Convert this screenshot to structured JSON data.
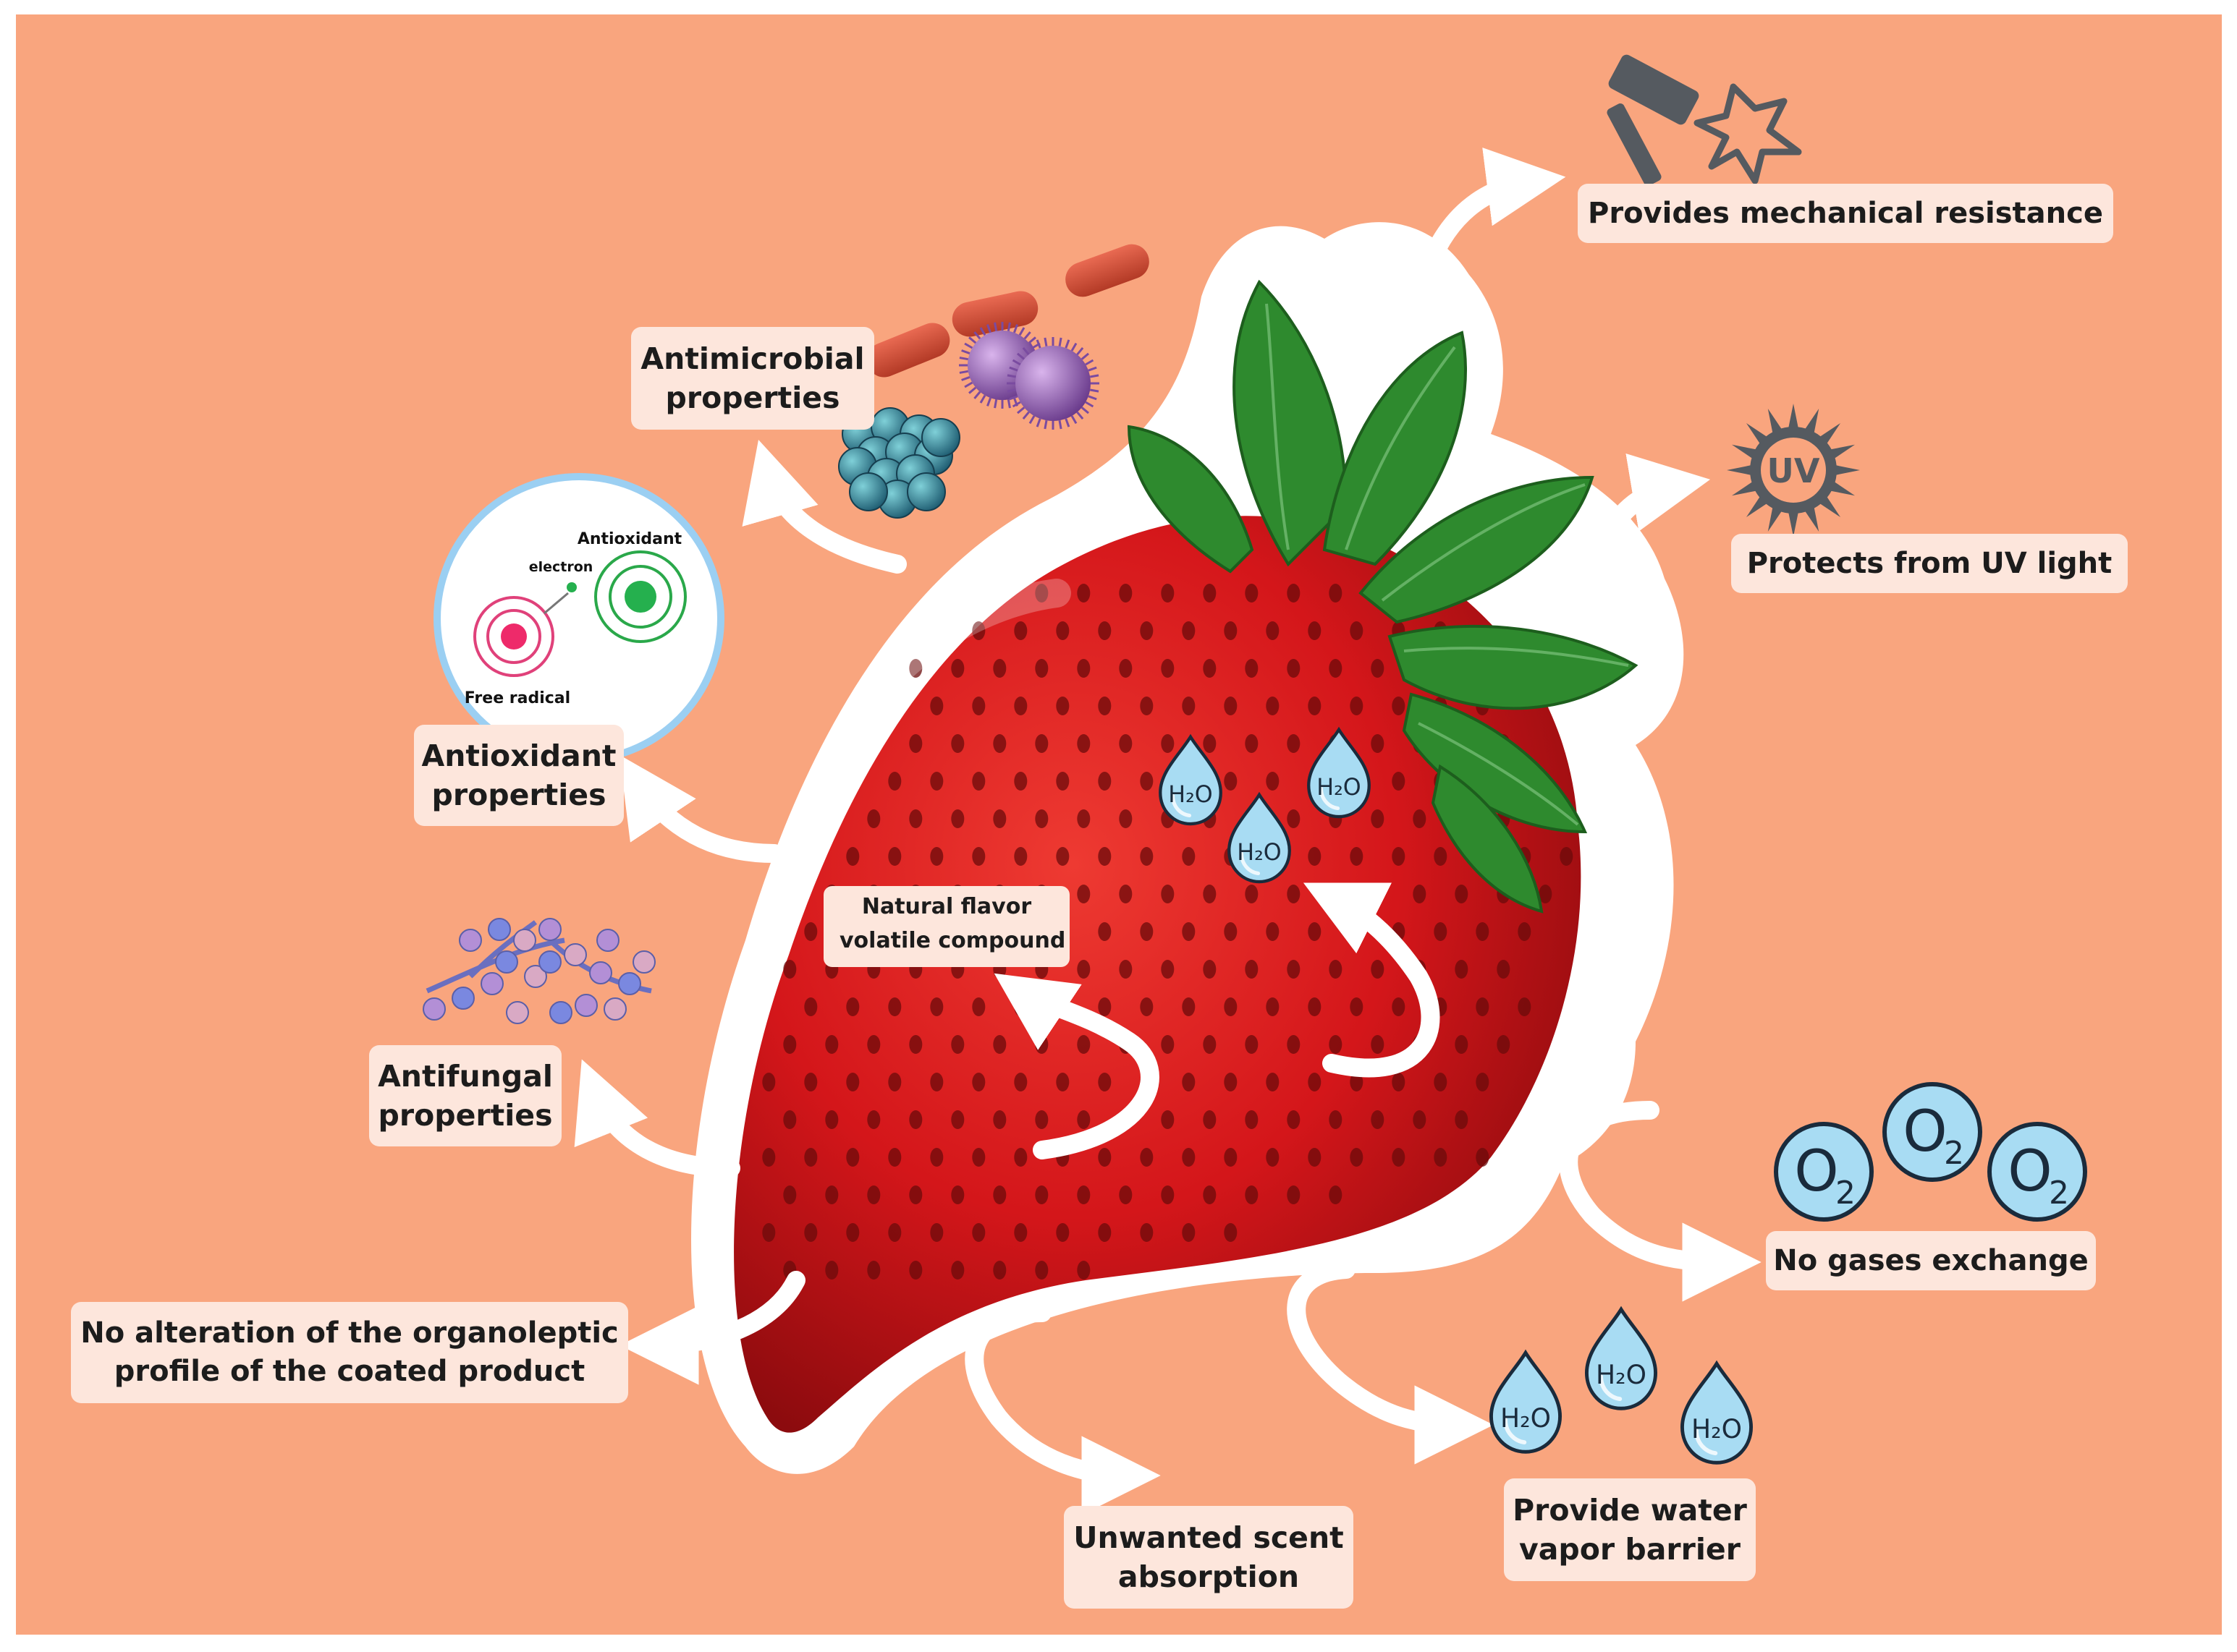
{
  "labels": {
    "mechanical": "Provides mechanical resistance",
    "antimicrobial": [
      "Antimicrobial",
      "properties"
    ],
    "uv": "Protects from UV light",
    "antioxidant": [
      "Antioxidant",
      "properties"
    ],
    "antifungal": [
      "Antifungal",
      "properties"
    ],
    "flavor": [
      "Natural flavor",
      "volatile compound"
    ],
    "organoleptic": [
      "No alteration of the organoleptic",
      "profile of the coated product"
    ],
    "scent": [
      "Unwanted scent",
      "absorption"
    ],
    "water_vapor": [
      "Provide water",
      "vapor barrier"
    ],
    "gases": "No gases exchange"
  },
  "inset": {
    "antioxidant": "Antioxidant",
    "electron": "electron",
    "free_radical": "Free radical",
    "uv_badge": "UV"
  },
  "chem": {
    "water": "H₂O",
    "oxygen_letter": "O",
    "oxygen_sub": "2"
  },
  "colors": {
    "background": "#f9a57e",
    "label_bg": "#fde6dc",
    "strawberry": "#d4161a",
    "leaf": "#2e8a2e",
    "droplet": "#a8dcf3",
    "droplet_stroke": "#1a2b3c",
    "icon_gray": "#555a60"
  },
  "icons": [
    "hammer-icon",
    "uv-sun-icon",
    "bacteria-icon",
    "fungus-icon",
    "atom-icon",
    "water-drop-icon",
    "oxygen-bubble-icon",
    "arrow-icon"
  ]
}
